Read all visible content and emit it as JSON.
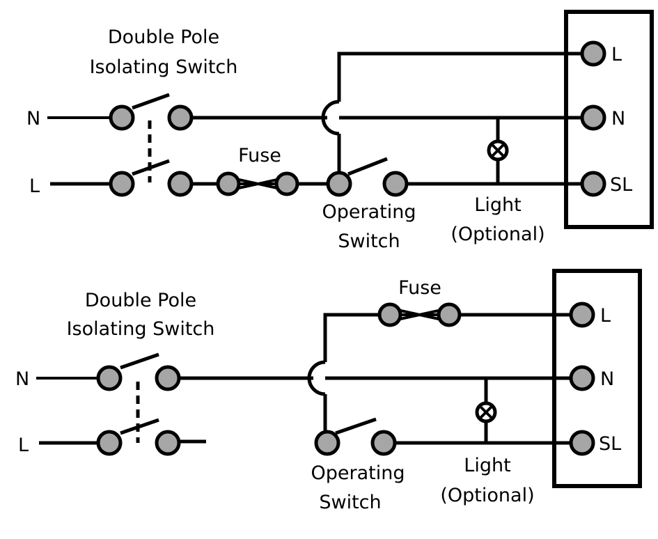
{
  "diagrams": [
    {
      "isolator_label_1": "Double Pole",
      "isolator_label_2": "Isolating Switch",
      "fuse_label": "Fuse",
      "operating_label_1": "Operating",
      "operating_label_2": "Switch",
      "light_label_1": "Light",
      "light_label_2": "(Optional)",
      "input_n": "N",
      "input_l": "L",
      "terminal_l": "L",
      "terminal_n": "N",
      "terminal_sl": "SL"
    },
    {
      "isolator_label_1": "Double Pole",
      "isolator_label_2": "Isolating Switch",
      "fuse_label": "Fuse",
      "operating_label_1": "Operating",
      "operating_label_2": "Switch",
      "light_label_1": "Light",
      "light_label_2": "(Optional)",
      "input_n": "N",
      "input_l": "L",
      "terminal_l": "L",
      "terminal_n": "N",
      "terminal_sl": "SL"
    }
  ]
}
